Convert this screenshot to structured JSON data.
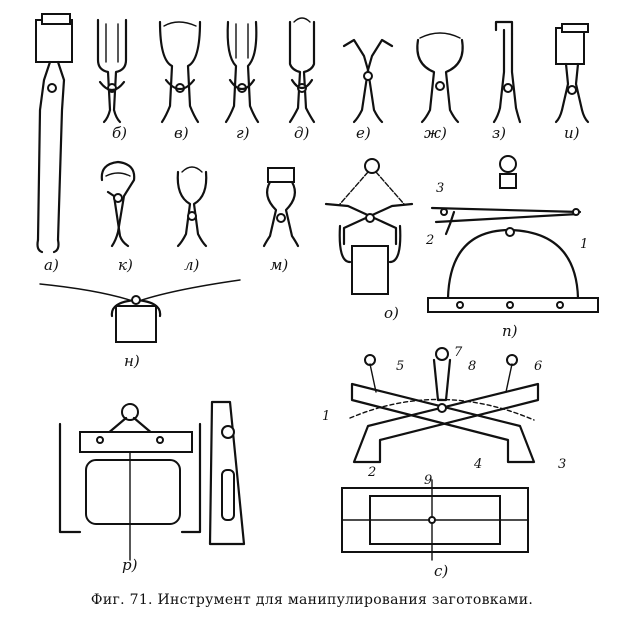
{
  "figure": {
    "caption": "Фиг. 71. Инструмент для манипулирования заготовками.",
    "tools": {
      "a": "а)",
      "b": "б)",
      "v": "в)",
      "g": "г)",
      "d": "д)",
      "e": "е)",
      "zh": "ж)",
      "z": "з)",
      "i": "и)",
      "k": "к)",
      "l": "л)",
      "m": "м)",
      "n": "н)",
      "o": "о)",
      "p": "п)",
      "r": "р)",
      "s": "с)"
    },
    "callouts_p": [
      "3",
      "2",
      "1"
    ],
    "callouts_s": [
      "5",
      "7",
      "8",
      "6",
      "1",
      "4",
      "3",
      "2",
      "9"
    ]
  }
}
